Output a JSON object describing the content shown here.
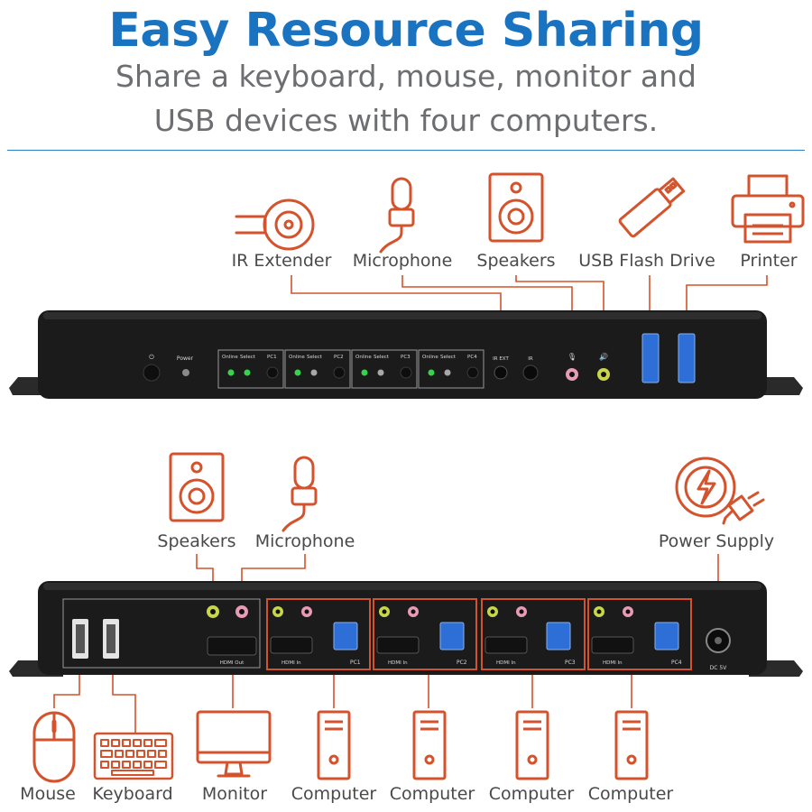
{
  "header": {
    "title": "Easy Resource Sharing",
    "subtitle_line1": "Share a keyboard, mouse, monitor and",
    "subtitle_line2": "USB devices with four computers."
  },
  "colors": {
    "title_blue": "#1a73c0",
    "accent_orange": "#d4532c",
    "text_gray": "#6d6e71",
    "device_black": "#1b1b1b",
    "usb_blue": "#2d6fd6"
  },
  "front_labels": {
    "ir_extender": "IR Extender",
    "microphone": "Microphone",
    "speakers": "Speakers",
    "usb_flash_drive": "USB Flash Drive",
    "printer": "Printer"
  },
  "front_panel": {
    "power_label": "Power",
    "online_label": "Online",
    "select_label": "Select",
    "pc_labels": [
      "PC1",
      "PC2",
      "PC3",
      "PC4"
    ],
    "ir_ext_label": "IR EXT",
    "ir_label": "IR"
  },
  "rear_labels": {
    "speakers": "Speakers",
    "microphone": "Microphone",
    "power_supply": "Power Supply"
  },
  "rear_panel": {
    "hdmi_out_label": "HDMI Out",
    "hdmi_in_label": "HDMI In",
    "pc_labels": [
      "PC1",
      "PC2",
      "PC3",
      "PC4"
    ],
    "dc_label": "DC 5V"
  },
  "bottom_labels": {
    "mouse": "Mouse",
    "keyboard": "Keyboard",
    "monitor": "Monitor",
    "computers": [
      "Computer",
      "Computer",
      "Computer",
      "Computer"
    ]
  }
}
